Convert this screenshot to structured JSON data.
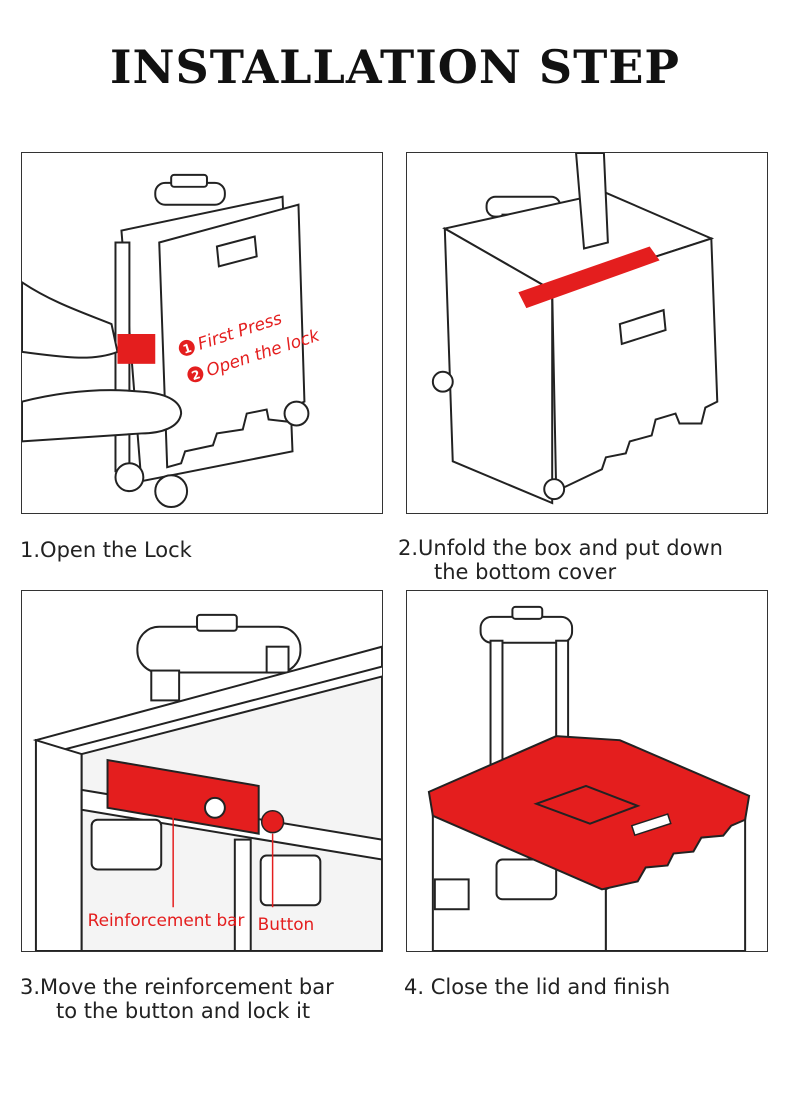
{
  "page": {
    "title": "INSTALLATION STEP"
  },
  "steps": [
    {
      "caption_line1": "1.Open the Lock",
      "caption_line2": ""
    },
    {
      "caption_line1": "2.Unfold the box and put down",
      "caption_line2": "the bottom cover"
    },
    {
      "caption_line1": "3.Move the reinforcement bar",
      "caption_line2": "to the button and lock it"
    },
    {
      "caption_line1": "4. Close the lid and finish",
      "caption_line2": ""
    }
  ],
  "annotations": {
    "step1_first": "First Press",
    "step1_second": "Open the lock",
    "step1_num1": "1",
    "step1_num2": "2",
    "step3_bar": "Reinforcement bar",
    "step3_button": "Button"
  },
  "colors": {
    "accent_red": "#e41e1e",
    "line": "#222222",
    "fill": "#ffffff",
    "shade": "#f4f4f4"
  }
}
